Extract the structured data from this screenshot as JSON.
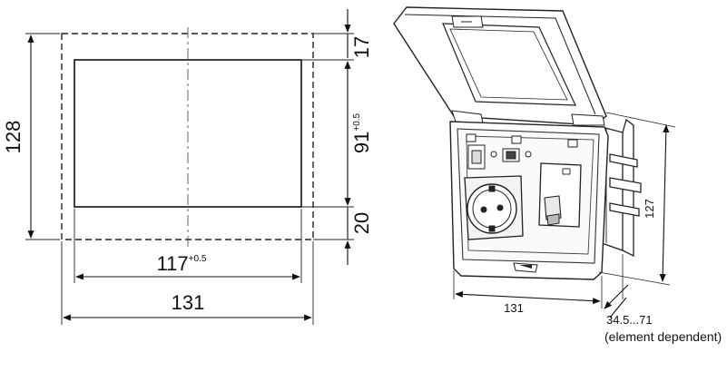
{
  "front_view": {
    "height_label": "128",
    "width_label": "131",
    "cutout_width_label": "117",
    "cutout_width_tolerance": "+0.5",
    "cutout_height_label": "91",
    "cutout_height_tolerance": "+0.5",
    "top_margin_label": "17",
    "bottom_margin_label": "20"
  },
  "iso_view": {
    "width_label": "131",
    "height_label": "127",
    "depth_label": "34.5...71",
    "depth_note": "(element dependent)"
  }
}
